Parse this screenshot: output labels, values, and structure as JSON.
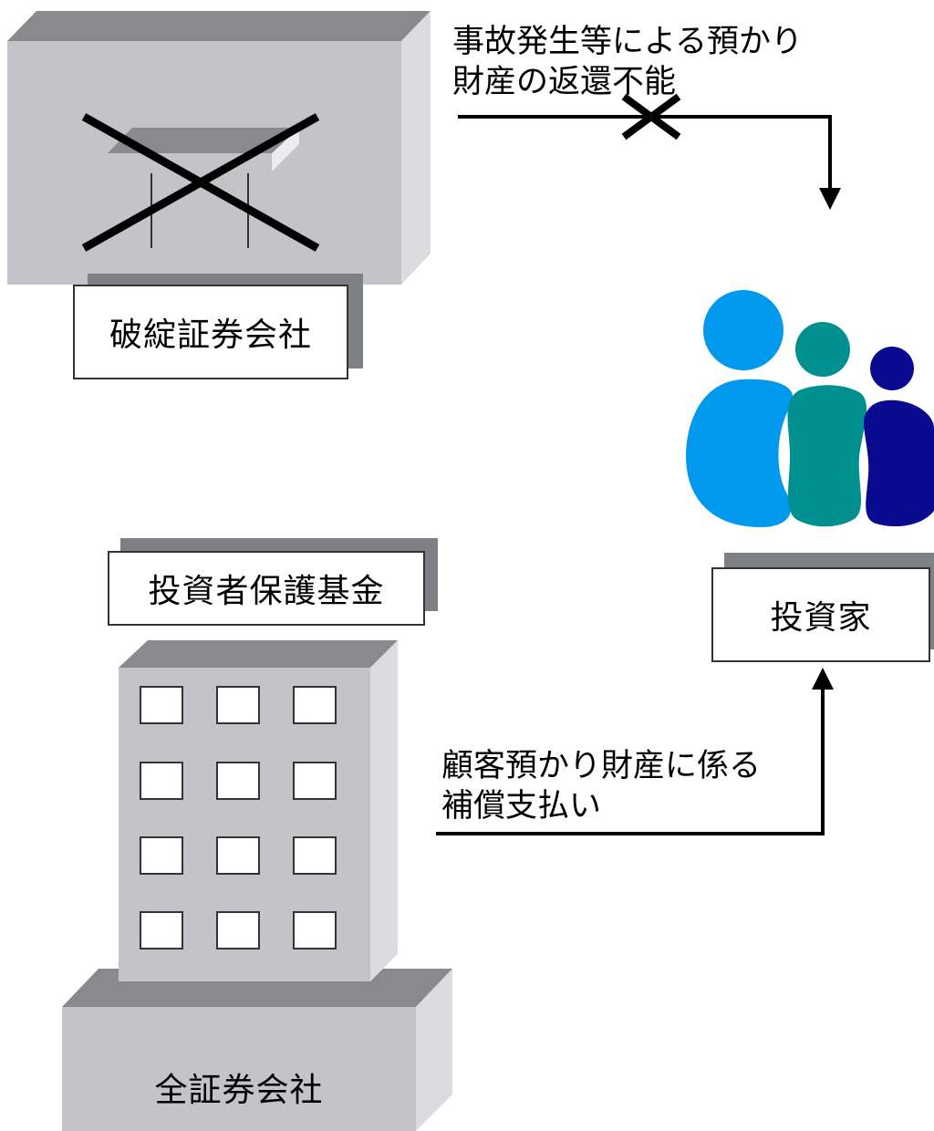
{
  "failed_firm": {
    "label": "破綻証券会社"
  },
  "fund": {
    "label": "投資者保護基金"
  },
  "investor": {
    "label": "投資家"
  },
  "all_firms": {
    "label": "全証券会社"
  },
  "failure_arrow": {
    "line1": "事故発生等による預かり",
    "line2": "財産の返還不能"
  },
  "compensation_arrow": {
    "line1": "顧客預かり財産に係る",
    "line2": "補償支払い"
  },
  "colors": {
    "building_face": "#c3c3c8",
    "building_top": "#8a8a8e",
    "building_side": "#dcdce0",
    "person_light_blue": "#0099ee",
    "person_teal": "#009090",
    "person_navy": "#0a0a90"
  }
}
